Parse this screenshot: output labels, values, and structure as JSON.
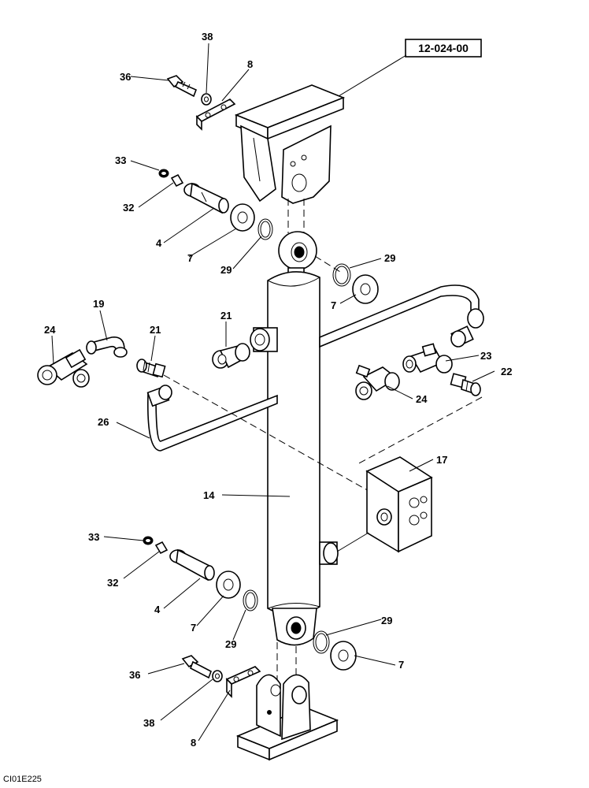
{
  "reference_label": "12-024-00",
  "caption": "CI01E225",
  "callouts": [
    {
      "key": "c36a",
      "text": "36"
    },
    {
      "key": "c38a",
      "text": "38"
    },
    {
      "key": "c8a",
      "text": "8"
    },
    {
      "key": "c33a",
      "text": "33"
    },
    {
      "key": "c32a",
      "text": "32"
    },
    {
      "key": "c4a",
      "text": "4"
    },
    {
      "key": "c7a",
      "text": "7"
    },
    {
      "key": "c29a",
      "text": "29"
    },
    {
      "key": "c29b",
      "text": "29"
    },
    {
      "key": "c7b",
      "text": "7"
    },
    {
      "key": "c19",
      "text": "19"
    },
    {
      "key": "c24a",
      "text": "24"
    },
    {
      "key": "c21",
      "text": "21"
    },
    {
      "key": "c21b",
      "text": "21"
    },
    {
      "key": "c23",
      "text": "23"
    },
    {
      "key": "c22",
      "text": "22"
    },
    {
      "key": "c24b",
      "text": "24"
    },
    {
      "key": "c26",
      "text": "26"
    },
    {
      "key": "c17",
      "text": "17"
    },
    {
      "key": "c14",
      "text": "14"
    },
    {
      "key": "c33b",
      "text": "33"
    },
    {
      "key": "c32b",
      "text": "32"
    },
    {
      "key": "c4b",
      "text": "4"
    },
    {
      "key": "c7c",
      "text": "7"
    },
    {
      "key": "c29c",
      "text": "29"
    },
    {
      "key": "c29d",
      "text": "29"
    },
    {
      "key": "c7d",
      "text": "7"
    },
    {
      "key": "c36b",
      "text": "36"
    },
    {
      "key": "c38b",
      "text": "38"
    },
    {
      "key": "c8b",
      "text": "8"
    }
  ]
}
